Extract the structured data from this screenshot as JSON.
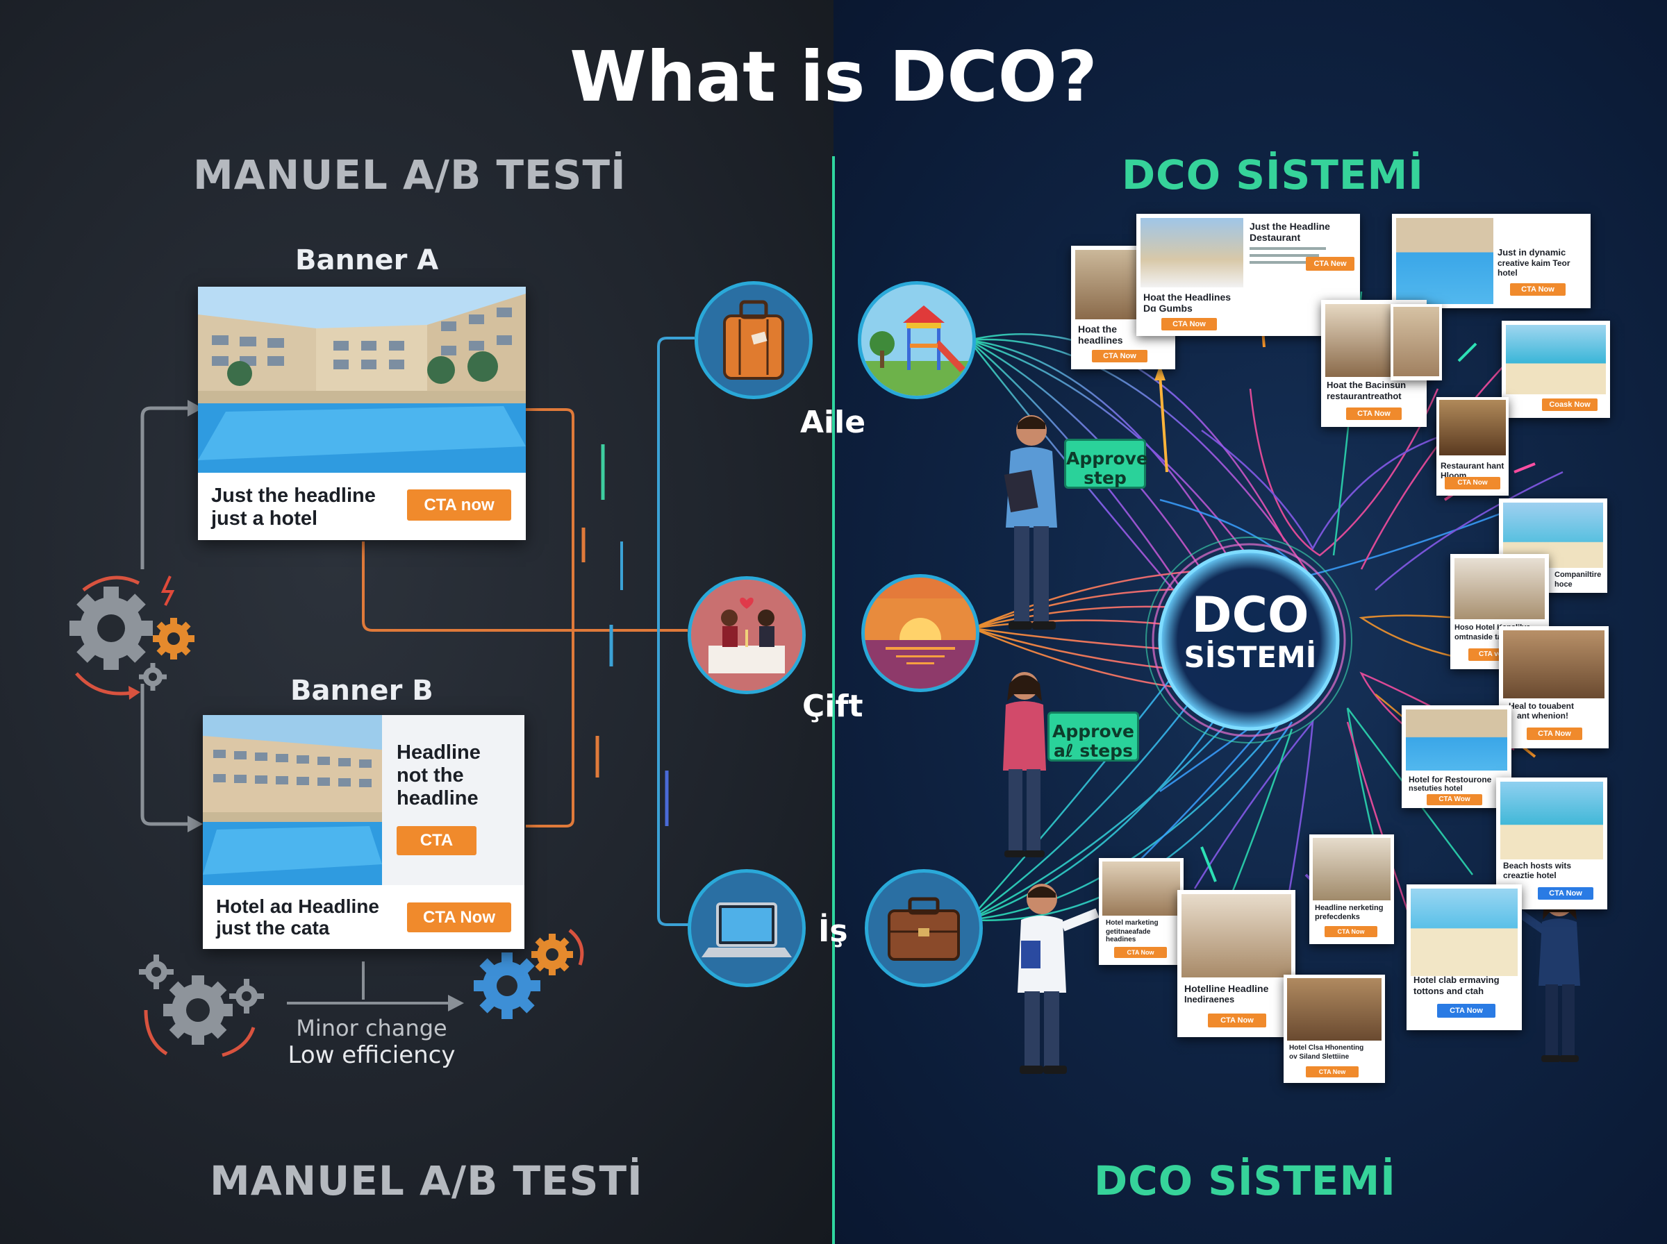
{
  "title": "What is DCO?",
  "left": {
    "heading": "MANUEL A/B TESTİ",
    "footer_heading": "MANUEL A/B TESTİ",
    "banner_a": {
      "label": "Banner A",
      "headline_line1": "Just the headline",
      "headline_line2": "just a hotel",
      "cta": "CTA now"
    },
    "banner_b": {
      "label": "Banner B",
      "side_line1": "Headline",
      "side_line2": "not the",
      "side_line3": "headline",
      "side_cta": "CTA",
      "bottom_line1": "Hotel aɑ Headline",
      "bottom_line2": "just the cata",
      "bottom_cta": "CTA Now"
    },
    "caption_minor": "Minor change",
    "caption_low": "Low efficiency"
  },
  "center": {
    "categories": [
      "Aile",
      "Çift",
      "İş"
    ]
  },
  "right": {
    "heading": "DCO SİSTEMİ",
    "footer_heading": "DCO SİSTEMİ",
    "hub_line1": "DCO",
    "hub_line2": "SİSTEMİ",
    "approve_1_line1": "Approve",
    "approve_1_line2": "step",
    "approve_2_line1": "Approve",
    "approve_2_line2": "aℓ steps",
    "creatives": [
      {
        "text1": "Hoat the",
        "text2": "headlines",
        "cta": "CTA Now"
      },
      {
        "text1": "Just the Headline",
        "text2": "Destaurant",
        "cta": "CTA New"
      },
      {
        "text1": "Hoat the Headlines",
        "text2": "Dɑ Gumbs",
        "cta": "CTA Now"
      },
      {
        "text1": "Just in dynamic",
        "text2": "creative kaim Teor hotel",
        "cta": "CTA Now"
      },
      {
        "text1": "Hoat the Bacinsun",
        "text2": "restaurantreathot",
        "cta": "CTA Now"
      },
      {
        "text1": "",
        "text2": "",
        "cta": "Coask Now"
      },
      {
        "text1": "Restaurant hant Hloom",
        "text2": "",
        "cta": "CTA Now"
      },
      {
        "text1": "Companiltire",
        "text2": "hoce",
        "cta": ""
      },
      {
        "text1": "Hoso Hotel Kanslilva",
        "text2": "omtnaside tar Douant",
        "cta": "CTA vocklon"
      },
      {
        "text1": "Heal to touabent",
        "text2": "ant whenion!",
        "cta": "CTA Now"
      },
      {
        "text1": "Hotel for Restourone",
        "text2": "nsetuties hotel",
        "cta": "CTA Wow"
      },
      {
        "text1": "Beach hosts wits",
        "text2": "creaztie hotel",
        "cta": "CTA Now"
      },
      {
        "text1": "Hotel marketing",
        "text2": "getitnaeafade headines",
        "cta": "CTA Now"
      },
      {
        "text1": "Headline nerketing",
        "text2": "prefecdenks",
        "cta": "CTA Now"
      },
      {
        "text1": "Hotelline Headline",
        "text2": "Inediraenes",
        "cta": "CTA Now"
      },
      {
        "text1": "Hotel clab ermaving",
        "text2": "tottons and ctah",
        "cta": "CTA Now"
      },
      {
        "text1": "Hotel Clsa Hhonenting",
        "text2": "ov Siland Slettiine",
        "cta": "CTA New"
      }
    ]
  },
  "colors": {
    "accent_green": "#36d39a",
    "cta_orange": "#f08a2c",
    "circle_border": "#2aa9d9"
  }
}
